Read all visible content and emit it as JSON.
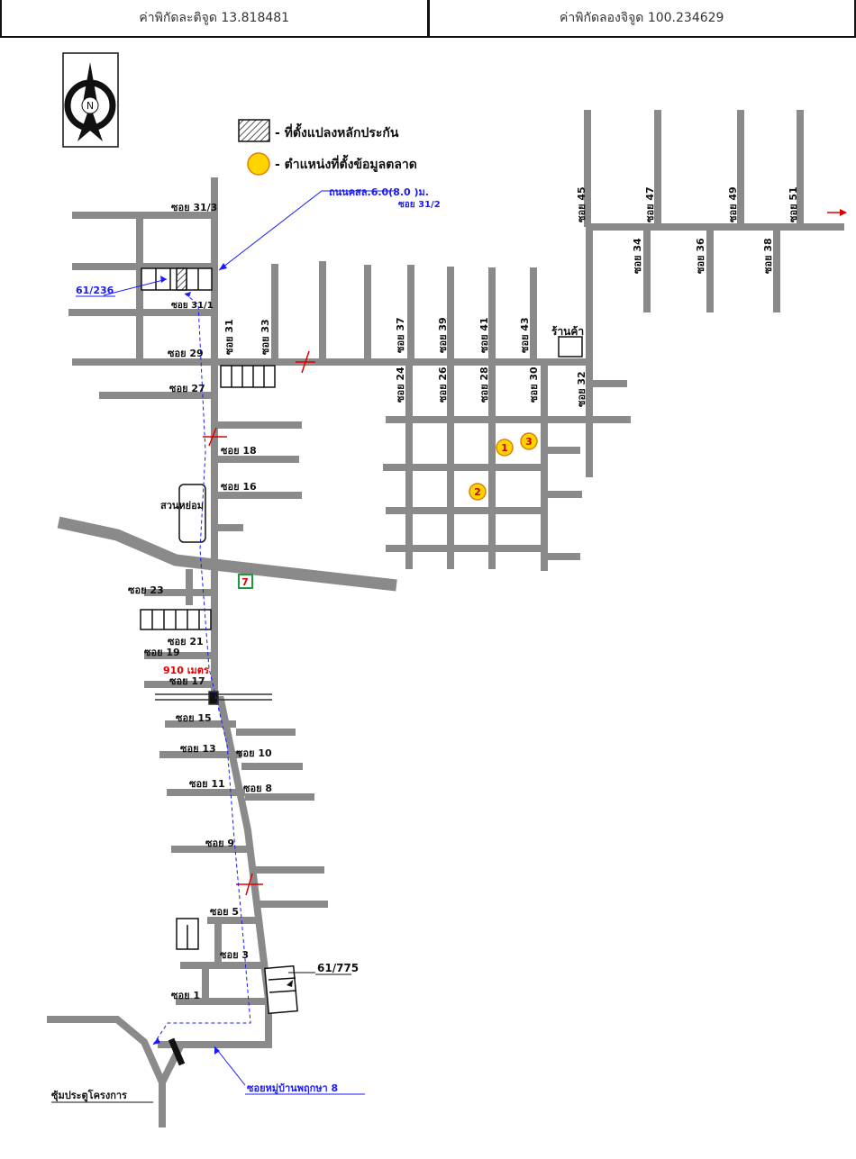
{
  "header": {
    "latitude_label": "ค่าพิกัดละติจูด 13.818481",
    "longitude_label": "ค่าพิกัดลองจิจูด 100.234629"
  },
  "compass": {
    "letter": "N",
    "icon": "compass-north-icon"
  },
  "legend": {
    "collateral": "- ที่ตั้งแปลงหลักประกัน",
    "market_data": "- ตำแหน่งที่ตั้งข้อมูลตลาด"
  },
  "labels": {
    "road_note": "ถนนคสล.6.0(8.0 )ม.",
    "soi_31_2": "ซอย 31/2",
    "soi_31_3": "ซอย 31/3",
    "soi_31_1": "ซอย 31/1",
    "plot_61_236": "61/236",
    "soi_29": "ซอย 29",
    "soi_31": "ซอย 31",
    "soi_33": "ซอย 33",
    "soi_27": "ซอย 27",
    "soi_18": "ซอย 18",
    "soi_16": "ซอย 16",
    "park": "สวนหย่อม",
    "soi_23": "ซอย 23",
    "soi_21": "ซอย 21",
    "soi_19": "ซอย 19",
    "distance": "910 เมตร",
    "soi_17": "ซอย 17",
    "soi_15": "ซอย 15",
    "soi_13": "ซอย 13",
    "soi_10": "ซอย 10",
    "soi_11": "ซอย 11",
    "soi_8": "ซอย 8",
    "soi_9": "ซอย 9",
    "soi_5": "ซอย 5",
    "soi_3": "ซอย 3",
    "soi_1": "ซอย 1",
    "plot_61_775": "61/775",
    "village_road": "ซอยหมู่บ้านพฤกษา 8",
    "project_gate": "ซุ้มประตูโครงการ",
    "soi_37": "ซอย 37",
    "soi_39": "ซอย 39",
    "soi_41": "ซอย 41",
    "soi_43": "ซอย 43",
    "soi_24": "ซอย 24",
    "soi_26": "ซอย 26",
    "soi_28": "ซอย 28",
    "soi_30": "ซอย 30",
    "soi_32": "ซอย 32",
    "shop": "ร้านค้า",
    "soi_45": "ซอย 45",
    "soi_47": "ซอย 47",
    "soi_49": "ซอย 49",
    "soi_51": "ซอย 51",
    "soi_34": "ซอย 34",
    "soi_36": "ซอย 36",
    "soi_38": "ซอย 38"
  },
  "markers": [
    "1",
    "2",
    "3"
  ],
  "convenience_store": "7",
  "colors": {
    "road": "#8a8a8a",
    "route": "#1a1aff",
    "accent_red": "#e00000",
    "marker_fill": "#ffd400",
    "marker_stroke": "#e08000",
    "store_green": "#1f9a3a"
  }
}
